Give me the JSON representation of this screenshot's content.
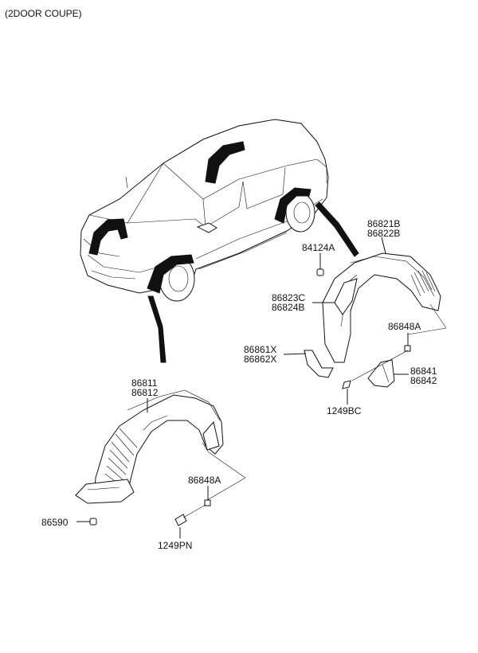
{
  "header": {
    "title": "(2DOOR COUPE)"
  },
  "labels": {
    "p86821B": "86821B",
    "p86822B": "86822B",
    "p84124A": "84124A",
    "p86823C": "86823C",
    "p86824B": "86824B",
    "p86848A_rear": "86848A",
    "p86861X": "86861X",
    "p86862X": "86862X",
    "p86841": "86841",
    "p86842": "86842",
    "p1249BC": "1249BC",
    "p86811": "86811",
    "p86812": "86812",
    "p86848A_front": "86848A",
    "p86590": "86590",
    "p1249PN": "1249PN"
  }
}
